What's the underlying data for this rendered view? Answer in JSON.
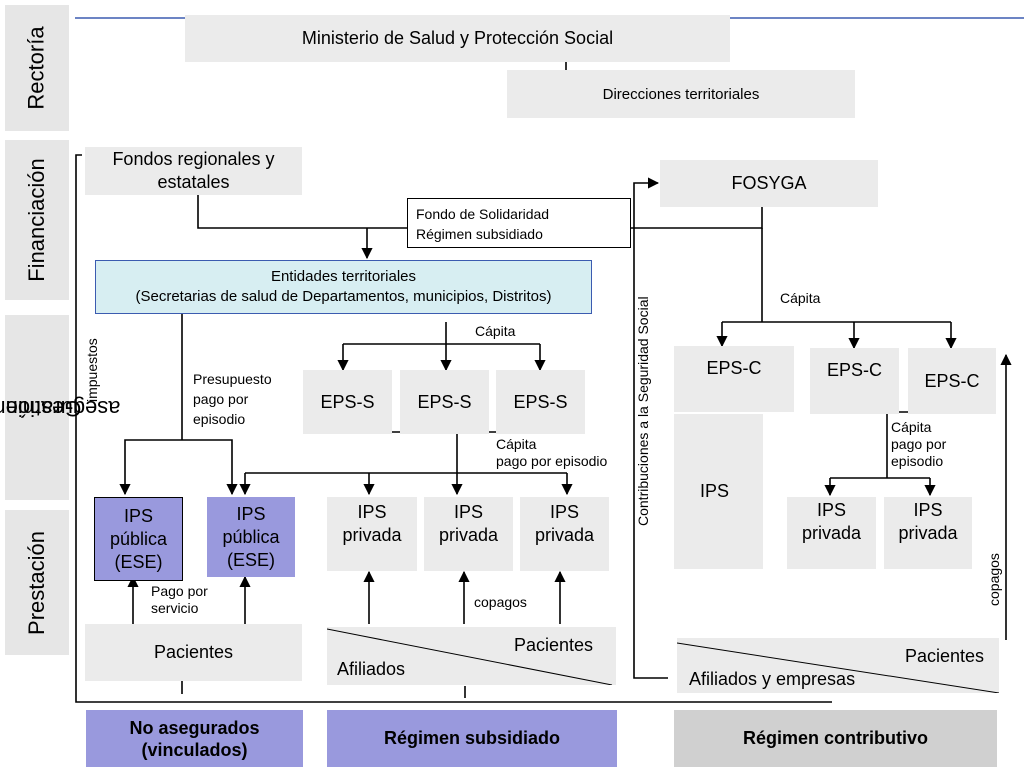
{
  "rows": {
    "rectoria": "Rectoría",
    "financiacion": "Financiación",
    "gestion_line1": "Gestión del",
    "gestion_line2": "aseguramiento",
    "prestacion": "Prestación"
  },
  "top": {
    "ministerio": "Ministerio de Salud y  Protección Social",
    "direcciones": "Direcciones territoriales"
  },
  "financiacion": {
    "fondos_line1": "Fondos regionales y",
    "fondos_line2": "estatales",
    "fosyga": "FOSYGA",
    "fondo_solidaridad_line1": "Fondo de Solidaridad",
    "fondo_solidaridad_line2": "Régimen subsidiado"
  },
  "entidades": {
    "line1": "Entidades territoriales",
    "line2": "(Secretarias de salud de Departamentos, municipios, Distritos)"
  },
  "eps_s": [
    "EPS-S",
    "EPS-S",
    "EPS-S"
  ],
  "eps_c": [
    "EPS-C",
    "EPS-C",
    "EPS-C"
  ],
  "ips": {
    "publica_lines": [
      "IPS",
      "pública",
      "(ESE)"
    ],
    "privada_lines": [
      "IPS",
      "privada"
    ],
    "contrib_ips": "IPS"
  },
  "labels": {
    "impuestos": "impuestos",
    "presupuesto": "Presupuesto\npago por\nepisodio",
    "capita_s": "Cápita",
    "capita_pago_episodio": "Cápita\npago por episodio",
    "contribuciones": "Contribuciones a la Seguridad Social",
    "capita_c": "Cápita",
    "capita_c_pago": "Cápita\npago por\nepisodio",
    "pago_servicio": "Pago por\nservicio",
    "copagos_s": "copagos",
    "copagos_c": "copagos"
  },
  "patients": {
    "no_asegurados": "Pacientes",
    "subsidiado_pacientes": "Pacientes",
    "subsidiado_afiliados": "Afiliados",
    "contributivo_pacientes": "Pacientes",
    "contributivo_afiliados": "Afiliados y empresas"
  },
  "bottom": {
    "no_asegurados_line1": "No asegurados",
    "no_asegurados_line2": "(vinculados)",
    "subsidiado": "Régimen subsidiado",
    "contributivo": "Régimen contributivo"
  },
  "colors": {
    "purple": "#9999dd",
    "gray": "#ebebeb",
    "dark_gray": "#d0d0d0",
    "entidades_fill": "#d7eef2",
    "entidades_border": "#3b5bb0",
    "top_rule": "#3b5bb0"
  }
}
